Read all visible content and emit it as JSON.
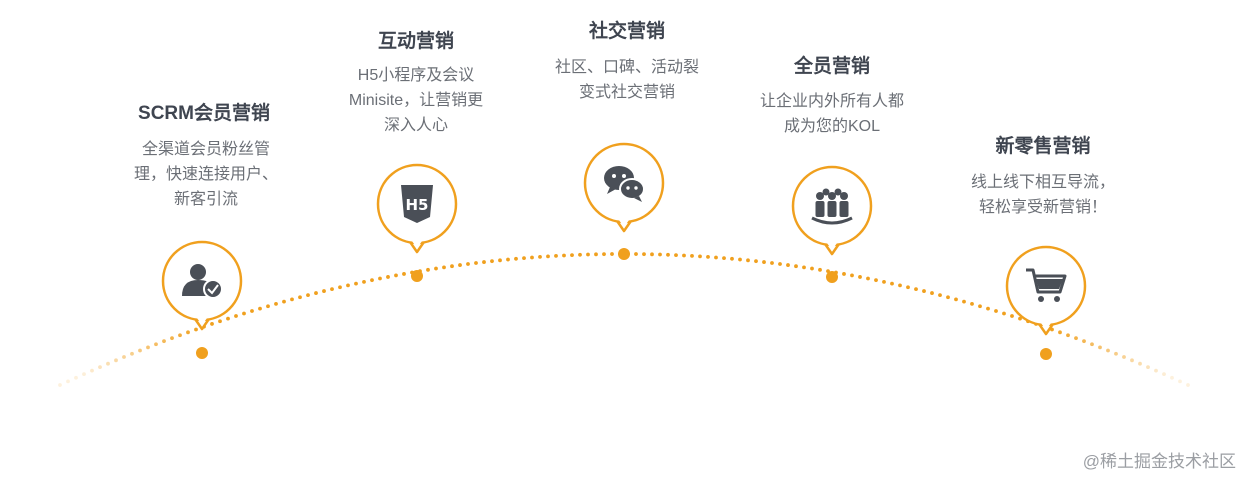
{
  "nodes": [
    {
      "title": "SCRM会员营销",
      "desc": [
        "全渠道会员粉丝管",
        "理，快速连接用户、",
        "新客引流"
      ],
      "icon": "user-verified-icon"
    },
    {
      "title": "互动营销",
      "desc": [
        "H5小程序及会议",
        "Minisite，让营销更",
        "深入人心"
      ],
      "icon": "h5-icon",
      "icon_text": "H5"
    },
    {
      "title": "社交营销",
      "desc": [
        "社区、口碑、活动裂",
        "变式社交营销"
      ],
      "icon": "wechat-icon"
    },
    {
      "title": "全员营销",
      "desc": [
        "让企业内外所有人都",
        "成为您的KOL"
      ],
      "icon": "group-icon"
    },
    {
      "title": "新零售营销",
      "desc": [
        "线上线下相互导流，",
        "轻松享受新营销！"
      ],
      "icon": "cart-icon"
    }
  ],
  "watermark": "@稀土掘金技术社区",
  "colors": {
    "accent": "#f0a01e",
    "icon": "#4a4f57",
    "title": "#3f4550",
    "text": "#6b6f76"
  }
}
